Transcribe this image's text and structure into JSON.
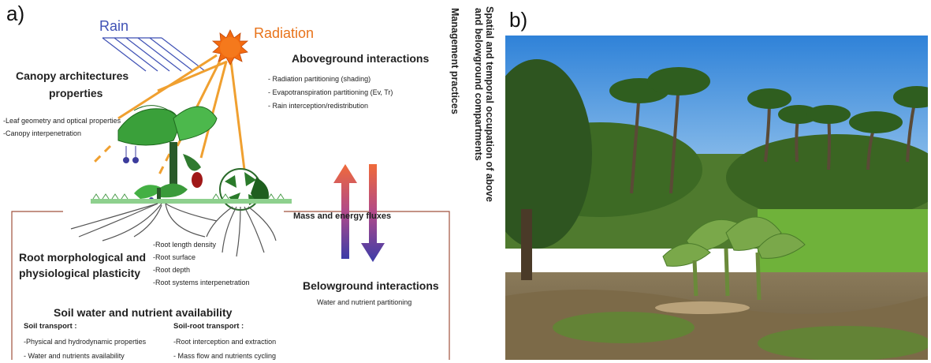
{
  "panel_a": {
    "label": "a)",
    "rain": "Rain",
    "radiation": "Radiation",
    "canopy_title_line1": "Canopy architectures",
    "canopy_title_line2": "properties",
    "canopy_items": [
      "-Leaf geometry and optical properties",
      "-Canopy interpenetration"
    ],
    "above_title": "Aboveground interactions",
    "above_items": [
      "- Radiation partitioning (shading)",
      "- Evapotranspiration partitioning (Ev, Tr)",
      "- Rain interception/redistribution"
    ],
    "fluxes_label": "Mass and energy fluxes",
    "root_title_line1": "Root morphological and",
    "root_title_line2": "physiological plasticity",
    "root_items": [
      "-Root length density",
      "-Root surface",
      "-Root depth",
      "-Root systems interpenetration"
    ],
    "below_title": "Belowground interactions",
    "below_sub": "Water and nutrient partitioning",
    "soil_title": "Soil water and nutrient availability",
    "soil_transport_title": "Soil transport :",
    "soil_transport_items": [
      "-Physical and hydrodynamic properties",
      "- Water and nutrients availability"
    ],
    "soilroot_title": "Soil-root transport :",
    "soilroot_items": [
      "-Root interception and extraction",
      "- Mass flow and nutrients cycling"
    ],
    "vertical_line1": "Spatial and temporal occupation of above",
    "vertical_line2": "and belowground compartments",
    "vertical_line3": "Management practices",
    "colors": {
      "rain": "#3f51b5",
      "radiation": "#e8731a",
      "sun": "#f26a10",
      "soil_line": "#a0523d",
      "leaf": "#2e8b2e"
    }
  },
  "panel_b": {
    "label": "b)"
  }
}
